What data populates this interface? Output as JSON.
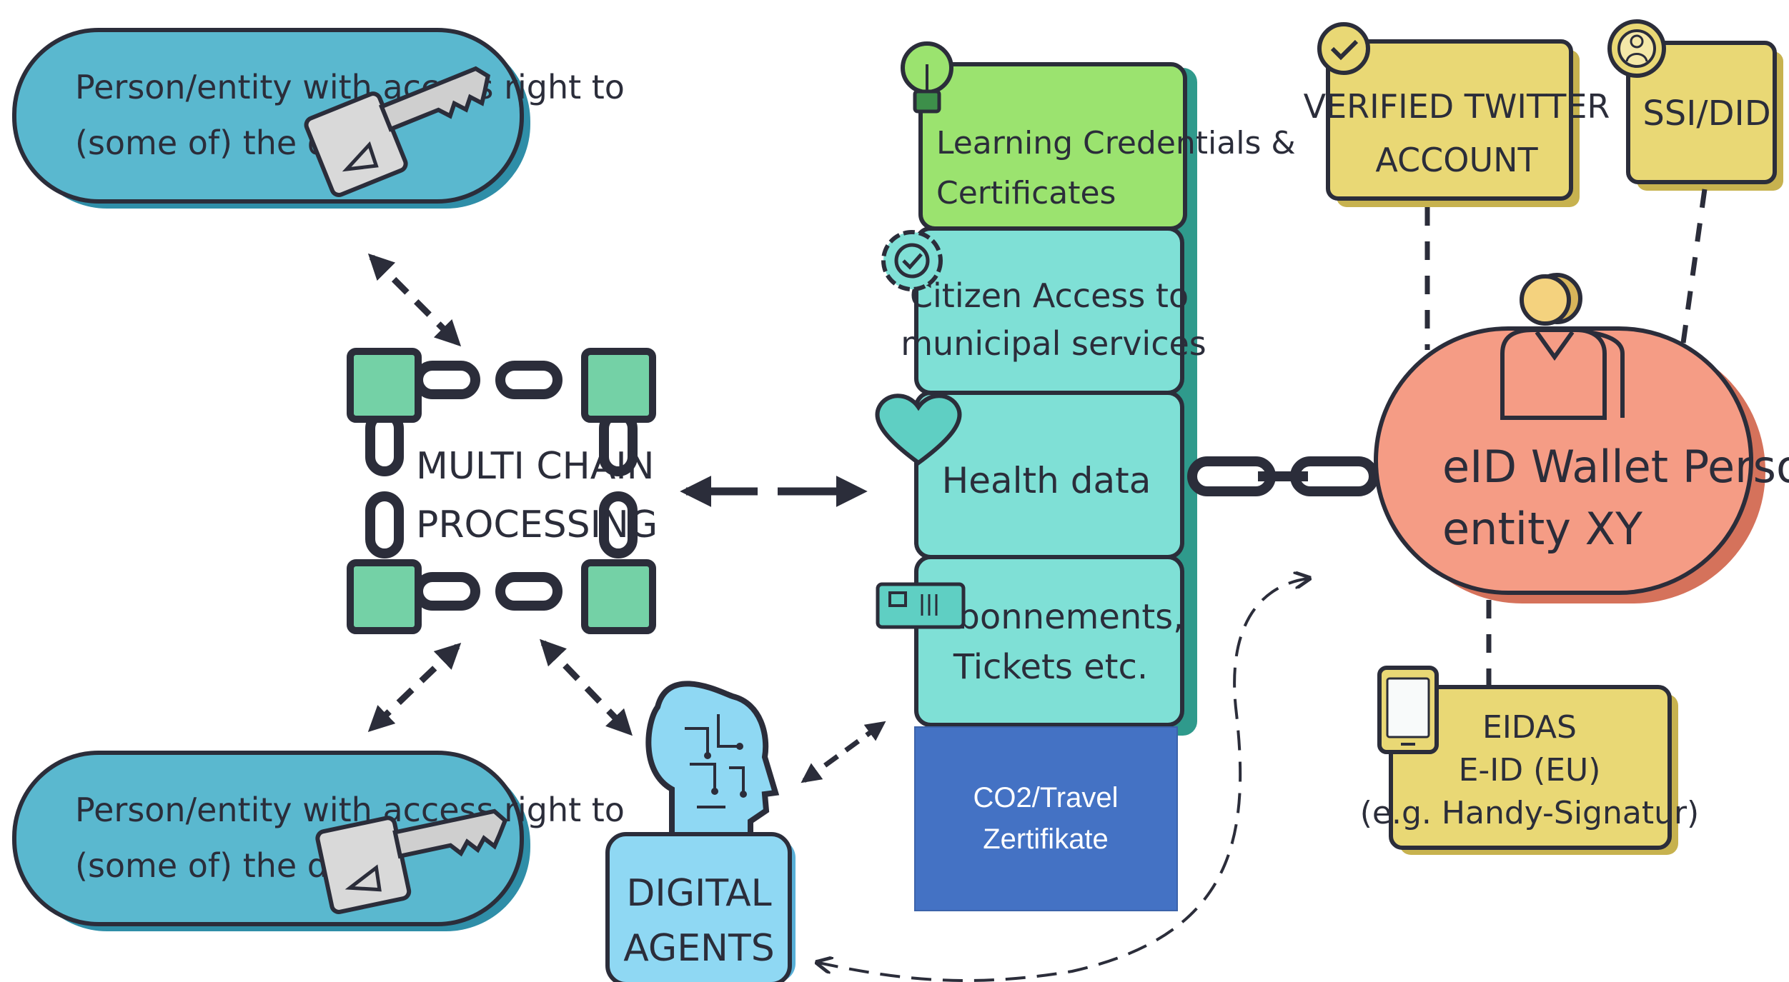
{
  "diagram": {
    "access_top": {
      "line1": "Person/entity with access right to",
      "line2": "(some of) the data"
    },
    "access_bottom": {
      "line1": "Person/entity with access right to",
      "line2": "(some of) the data"
    },
    "multichain": {
      "line1": "MULTI CHAIN",
      "line2": "PROCESSING"
    },
    "digital_agents": {
      "line1": "DIGITAL",
      "line2": "AGENTS"
    },
    "stack": {
      "learning": {
        "line1": "Learning Credentials &",
        "line2": "Certificates"
      },
      "citizen": {
        "line1": "Citizen Access to",
        "line2": "municipal services"
      },
      "health": {
        "line1": "Health data"
      },
      "abos": {
        "line1": "Abonnements,",
        "line2": "Tickets etc."
      },
      "co2": {
        "line1": "CO2/Travel",
        "line2": "Zertifikate"
      }
    },
    "twitter": {
      "line1": "VERIFIED TWITTER",
      "line2": "ACCOUNT"
    },
    "ssi": {
      "line1": "SSI/DID"
    },
    "wallet": {
      "line1": "eID Wallet Person/",
      "line2": "entity XY"
    },
    "eidas": {
      "line1": "EIDAS",
      "line2": "E-ID (EU)",
      "line3": "(e.g. Handy-Signatur)"
    },
    "colors": {
      "access_blue": "#5ab8cf",
      "learning_green": "#9be36f",
      "teal": "#7fe0d6",
      "co2_blue": "#4472c4",
      "yellow": "#e9d875",
      "salmon": "#f59c85",
      "agents_blue": "#8fd8f3",
      "block_green": "#74d1a6",
      "outline": "#2b2d3a"
    }
  }
}
